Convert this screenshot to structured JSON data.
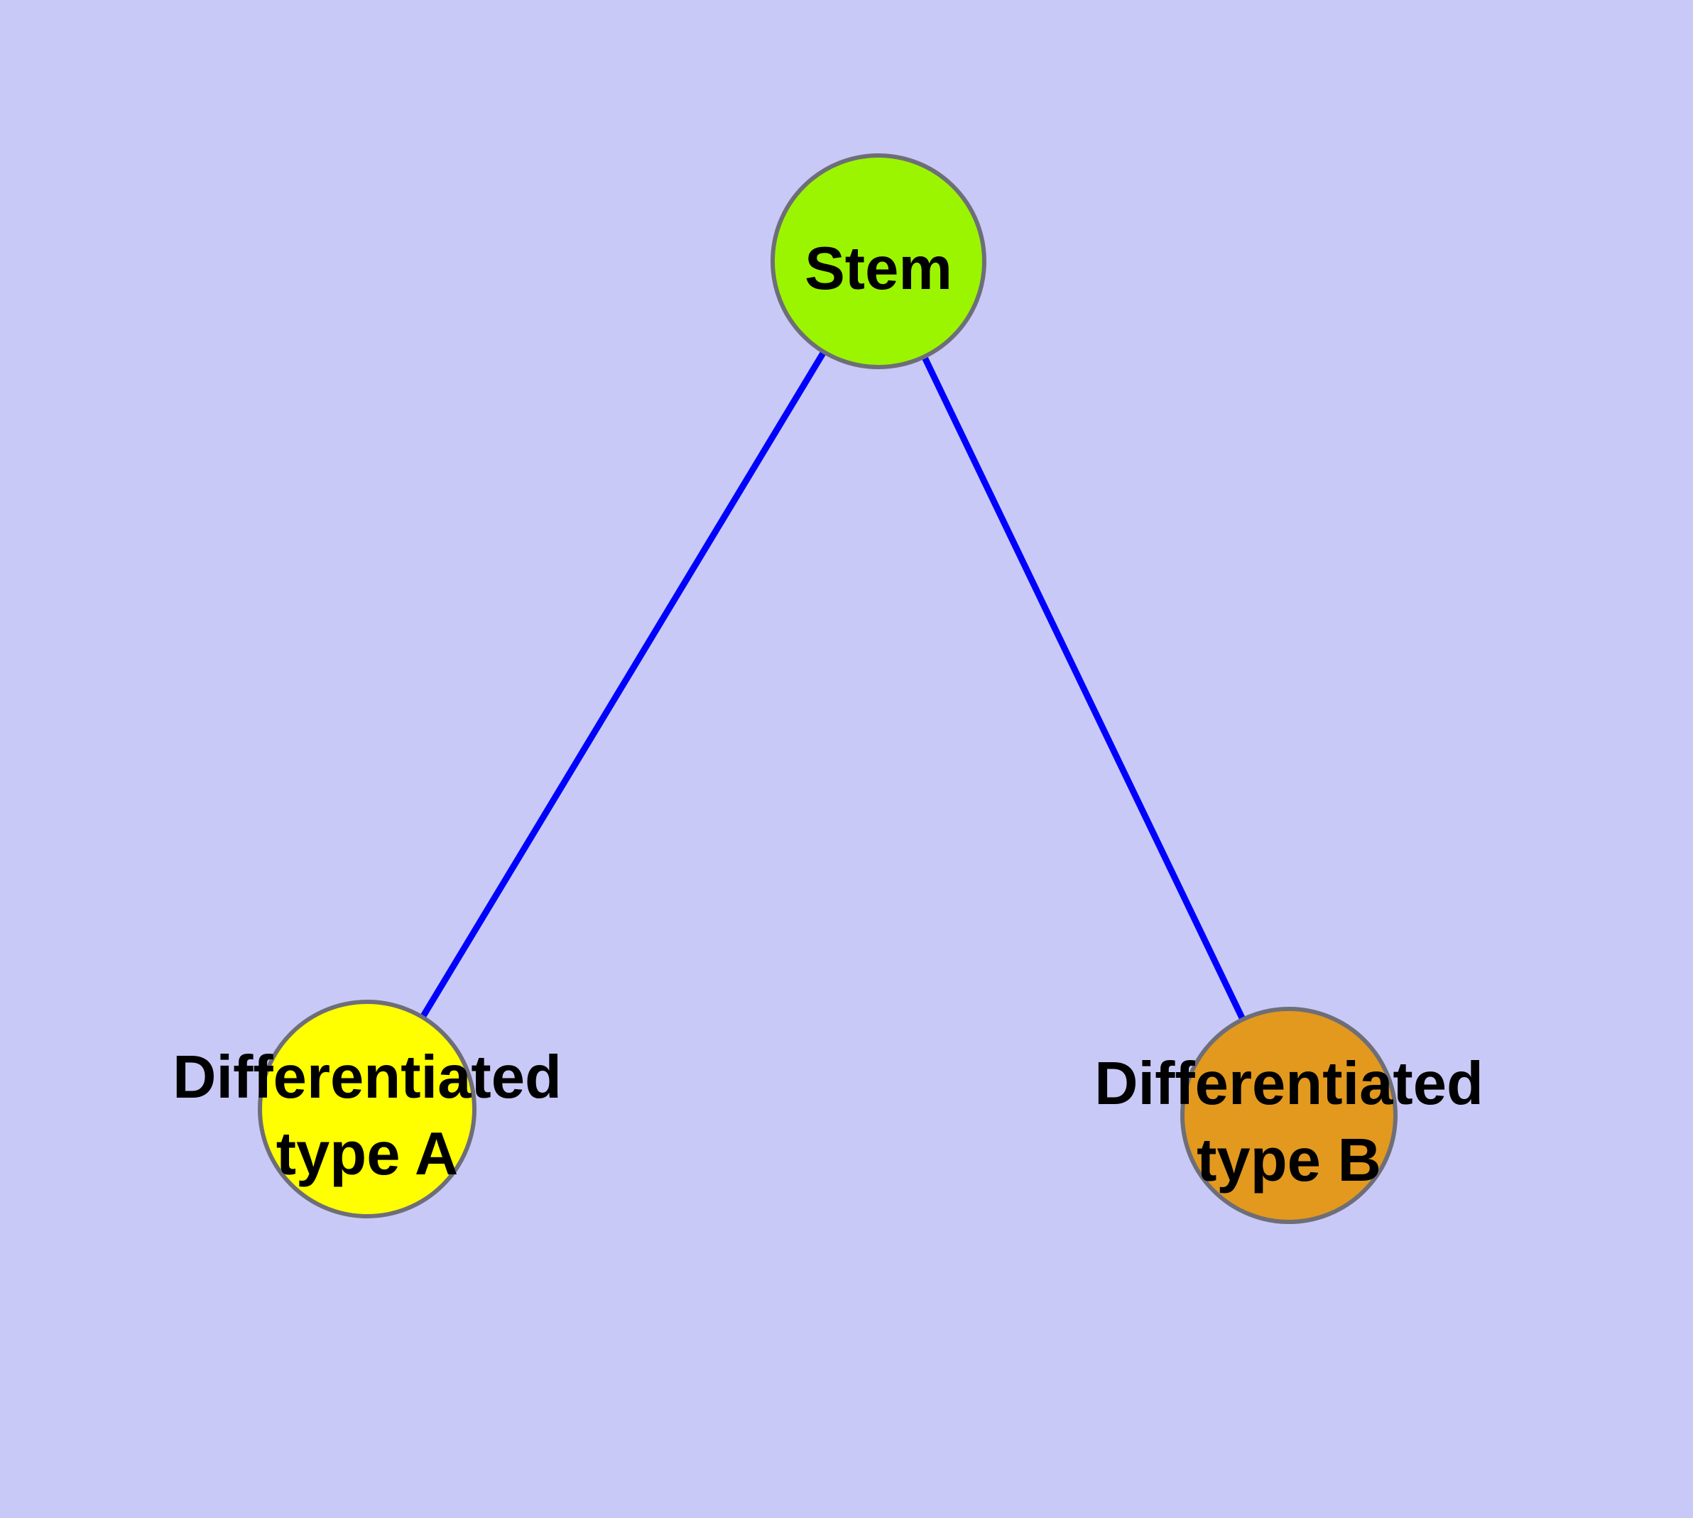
{
  "diagram": {
    "type": "node-link-graph",
    "background_color": "#C9C9F7",
    "edge_color": "#0000FF",
    "node_border_color": "#6E6E78",
    "nodes": [
      {
        "id": "stem",
        "label": "Stem",
        "label_line1": "Stem",
        "label_line2": "",
        "color": "#9BF500"
      },
      {
        "id": "differentiated-type-a",
        "label": "Differentiated type A",
        "label_line1": "Differentiated",
        "label_line2": "type A",
        "color": "#FFFF00"
      },
      {
        "id": "differentiated-type-b",
        "label": "Differentiated type B",
        "label_line1": "Differentiated",
        "label_line2": "type B",
        "color": "#E2991E"
      }
    ],
    "edges": [
      {
        "from": "Stem",
        "to": "Differentiated type A"
      },
      {
        "from": "Stem",
        "to": "Differentiated type B"
      }
    ]
  }
}
